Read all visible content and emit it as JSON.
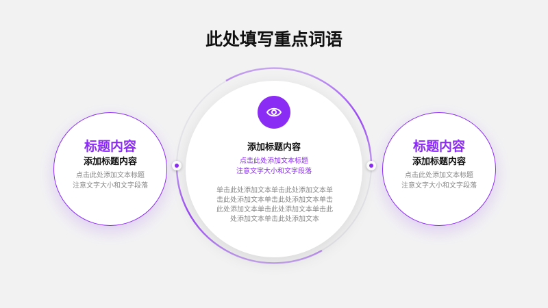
{
  "title": "此处填写重点词语",
  "left": {
    "heading": "标题内容",
    "subheading": "添加标题内容",
    "text_line1": "点击此处添加文本标题",
    "text_line2": "注意文字大小和文字段落"
  },
  "center": {
    "icon": "eye-icon",
    "subheading": "添加标题内容",
    "highlight_line1": "点击此处添加文本标题",
    "highlight_line2": "注意文字大小和文字段落",
    "body_line1": "单击此处添加文本单击此处添加文本单",
    "body_line2": "击此处添加文本单击此处添加文本单击",
    "body_line3": "此处添加文本单击此处添加文本单击此",
    "body_line4": "处添加文本单击此处添加文本"
  },
  "right": {
    "heading": "标题内容",
    "subheading": "添加标题内容",
    "text_line1": "点击此处添加文本标题",
    "text_line2": "注意文字大小和文字段落"
  },
  "colors": {
    "accent": "#8b2cf5",
    "background": "#f2f2f3"
  }
}
